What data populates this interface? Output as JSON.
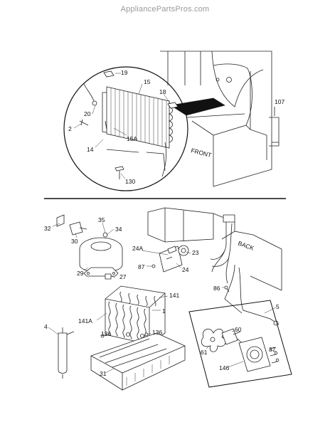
{
  "watermark": "AppliancePartsPros.com",
  "top_section": {
    "callouts": [
      "19",
      "15",
      "18",
      "20",
      "2",
      "15A",
      "14",
      "130",
      "107"
    ],
    "side_text": "FRONT"
  },
  "bottom_section": {
    "callouts": [
      "32",
      "35",
      "34",
      "30",
      "29",
      "27",
      "24A",
      "87",
      "23",
      "24",
      "86",
      "141",
      "141A",
      "1",
      "136",
      "136",
      "4",
      "31",
      "5",
      "60",
      "87",
      "61",
      "146"
    ],
    "side_text": "BACK"
  }
}
